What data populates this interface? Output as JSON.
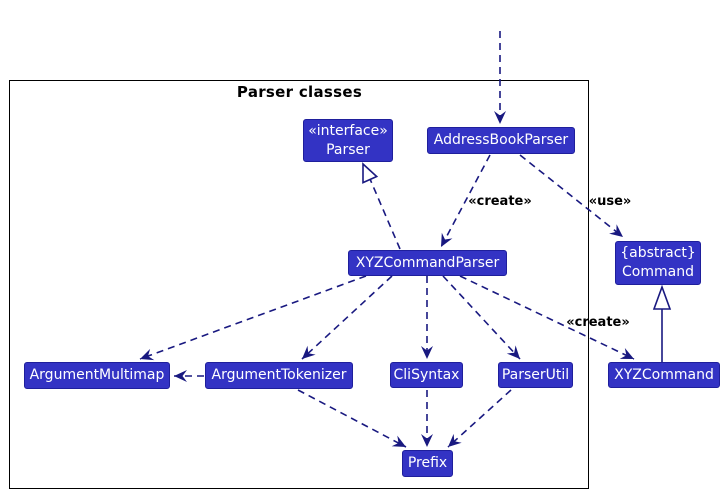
{
  "title": "Parser classes",
  "colors": {
    "node_fill": "#3333C4",
    "node_border": "#1F1F9C",
    "node_text": "#FFFFFF",
    "edge": "#191980",
    "frame_border": "#000000",
    "label_text": "#000000"
  },
  "nodes": {
    "parser_interface": {
      "stereotype": "«interface»",
      "name": "Parser"
    },
    "address_book_parser": {
      "name": "AddressBookParser"
    },
    "xyz_command_parser": {
      "name": "XYZCommandParser"
    },
    "argument_multimap": {
      "name": "ArgumentMultimap"
    },
    "argument_tokenizer": {
      "name": "ArgumentTokenizer"
    },
    "cli_syntax": {
      "name": "CliSyntax"
    },
    "parser_util": {
      "name": "ParserUtil"
    },
    "prefix": {
      "name": "Prefix"
    },
    "command": {
      "stereotype": "{abstract}",
      "name": "Command"
    },
    "xyz_command": {
      "name": "XYZCommand"
    }
  },
  "edge_labels": {
    "create_parser": "«create»",
    "use_command": "«use»",
    "create_command": "«create»"
  }
}
